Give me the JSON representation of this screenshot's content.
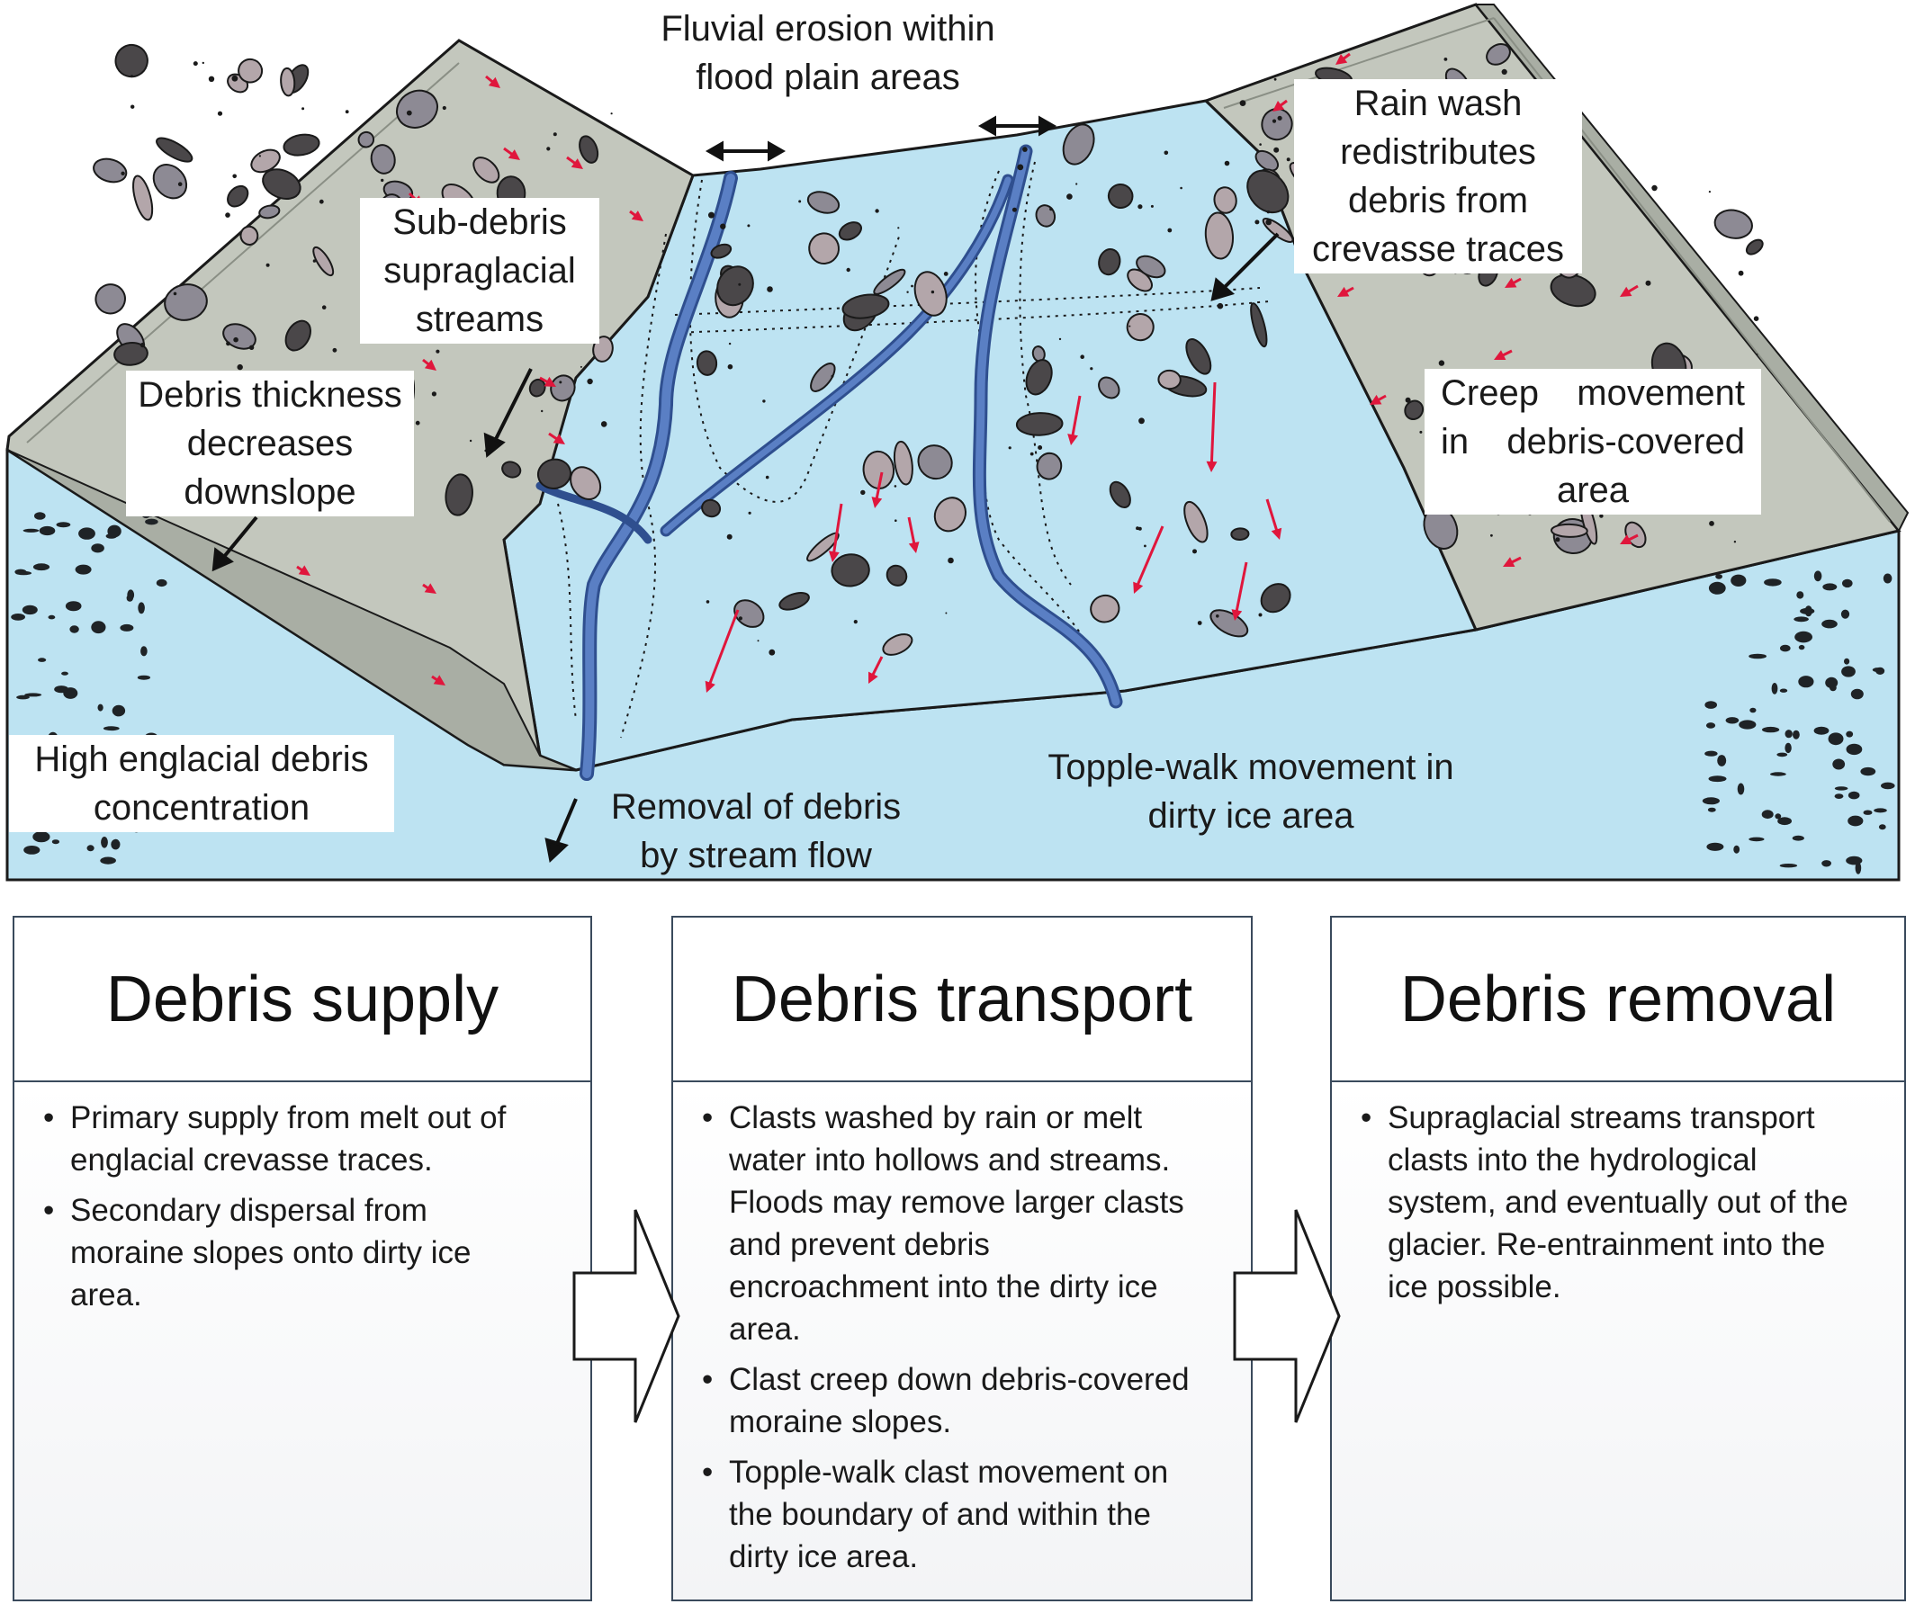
{
  "labels": {
    "fluvial": [
      "Fluvial erosion within",
      "flood plain areas"
    ],
    "rainwash": [
      "Rain wash",
      "redistributes",
      "debris from",
      "crevasse traces"
    ],
    "subdebris": [
      "Sub-debris",
      "supraglacial",
      "streams"
    ],
    "thickness": [
      "Debris thickness",
      "decreases",
      "downslope"
    ],
    "creep": [
      "Creep movement",
      "in debris-covered",
      "area"
    ],
    "englacial": [
      "High englacial debris",
      "concentration"
    ],
    "removal": [
      "Removal of debris",
      "by stream flow"
    ],
    "topple": [
      "Topple-walk movement in",
      "dirty ice area"
    ]
  },
  "panels": [
    {
      "title": "Debris supply",
      "bullets": [
        [
          "Primary supply from melt out of",
          "englacial crevasse traces."
        ],
        [
          "Secondary dispersal from",
          "moraine slopes onto dirty ice",
          "area."
        ]
      ]
    },
    {
      "title": "Debris transport",
      "bullets": [
        [
          "Clasts washed by rain or melt",
          "water into hollows and streams.",
          "Floods may remove larger clasts",
          "and prevent debris",
          "encroachment into the dirty ice",
          "area."
        ],
        [
          "Clast creep down debris-covered",
          "moraine slopes."
        ],
        [
          "Topple-walk clast movement on",
          "the boundary of and within the",
          "dirty ice area."
        ]
      ]
    },
    {
      "title": "Debris removal",
      "bullets": [
        [
          "Supraglacial streams transport",
          "clasts into the hydrological",
          "system, and eventually out of the",
          "glacier. Re-entrainment into the",
          "ice possible."
        ]
      ]
    }
  ],
  "colors": {
    "ice": "#bde3f2",
    "moraine": "#c3c7bd",
    "moraine_edge": "#a9aea4",
    "stream": "#5a7fc4",
    "stream_edge": "#2f4f8f",
    "clast_dark": "#4a4749",
    "clast_light": "#b3a6aa",
    "clast_mid": "#8d8a94",
    "arrow_red": "#e0163c"
  }
}
